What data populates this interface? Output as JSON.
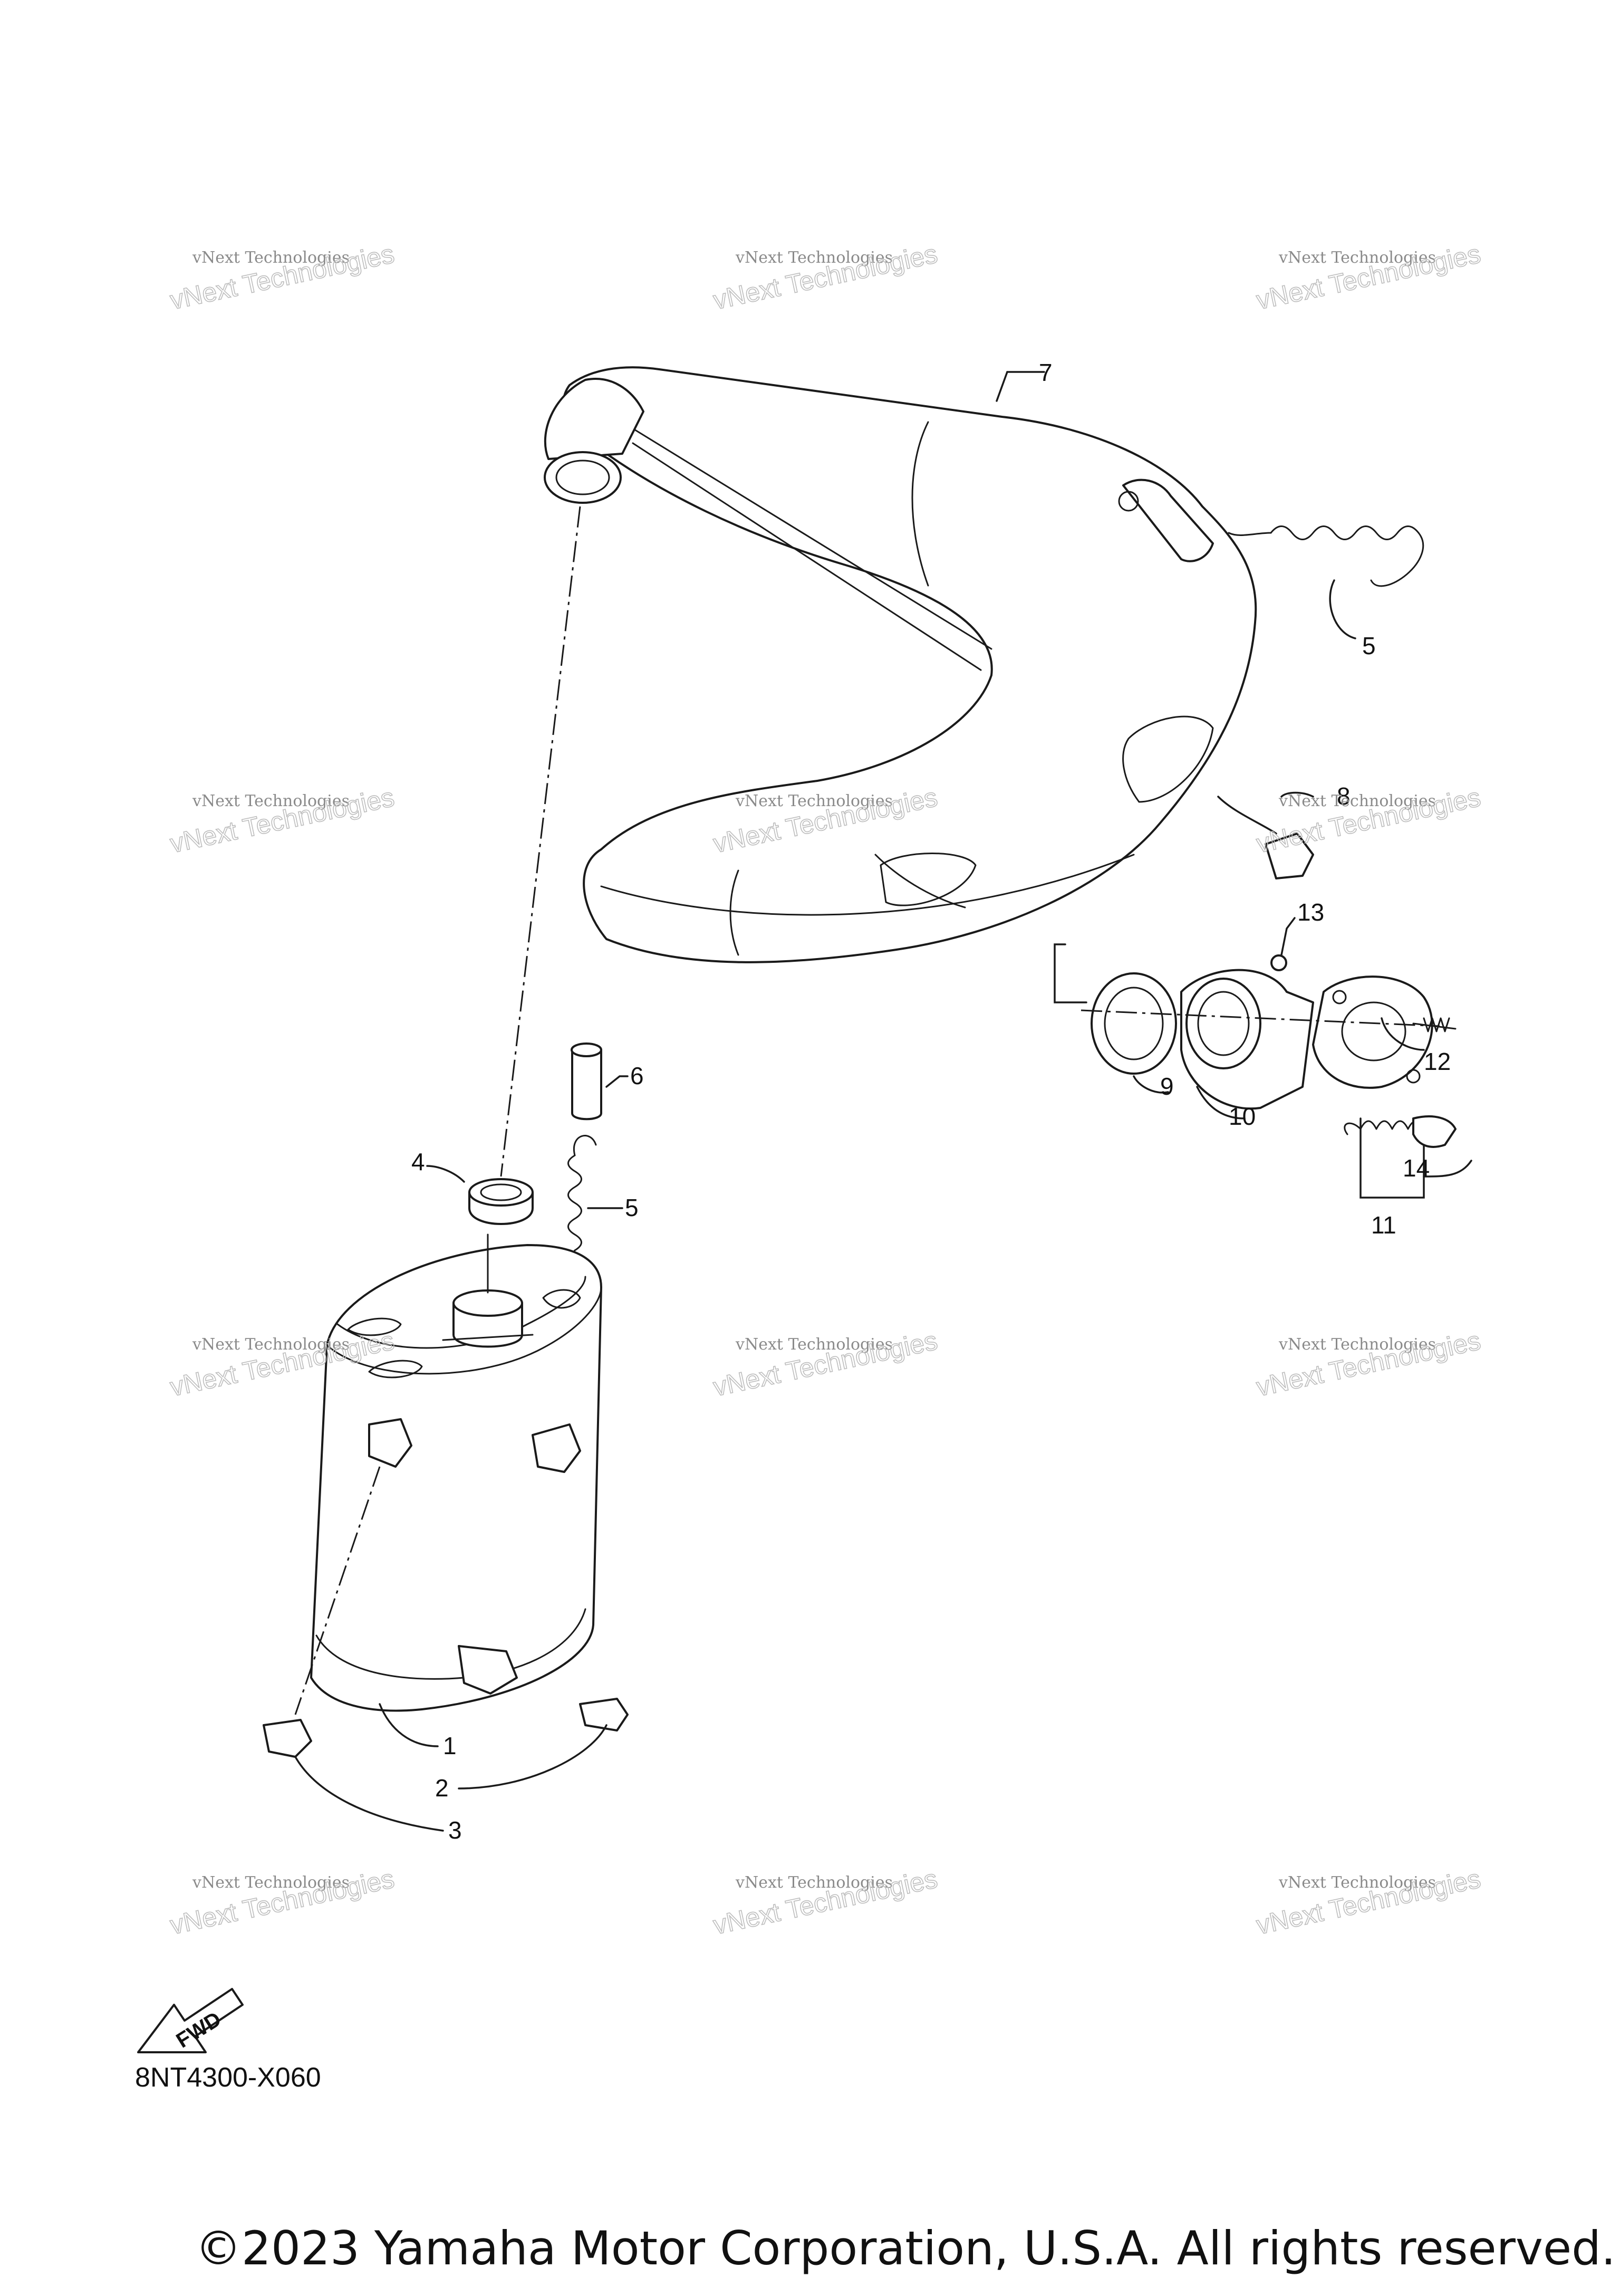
{
  "callouts": [
    "7",
    "5",
    "8",
    "13",
    "12",
    "9",
    "10",
    "14",
    "11",
    "6",
    "4",
    "5",
    "1",
    "2",
    "3"
  ],
  "watermark": {
    "line1": "vNext Technologies",
    "line2": "vNext Technologies"
  },
  "fwd_label": "FWD",
  "diagram_code": "8NT4300-X060",
  "copyright": "©2023 Yamaha Motor Corporation, U.S.A. All rights reserved."
}
